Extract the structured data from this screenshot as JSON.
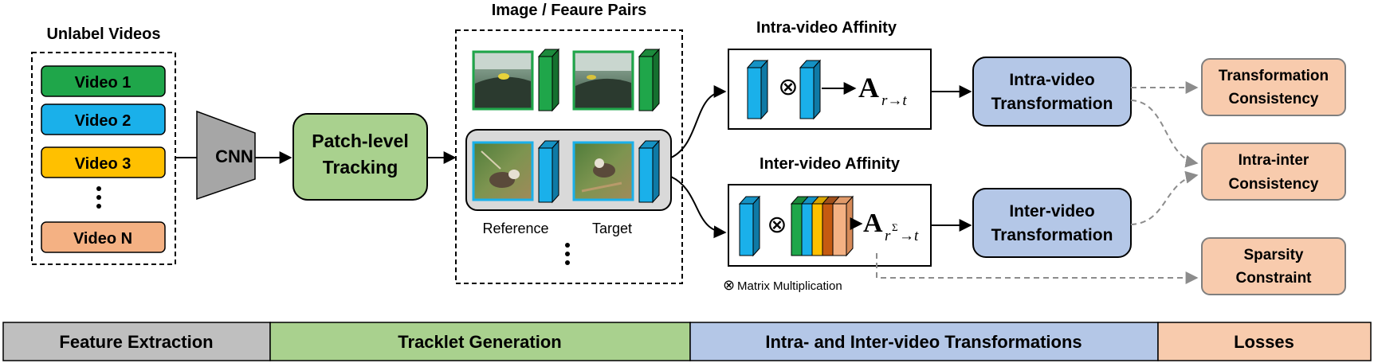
{
  "unlabel_videos": {
    "title": "Unlabel Videos",
    "videos": [
      {
        "label": "Video 1",
        "color": "#1fa64a"
      },
      {
        "label": "Video 2",
        "color": "#1ab0ea"
      },
      {
        "label": "Video 3",
        "color": "#ffc000"
      },
      {
        "label": "Video N",
        "color": "#f4b183"
      }
    ]
  },
  "cnn": {
    "label": "CNN",
    "color": "#a6a6a6"
  },
  "patch_tracking": {
    "line1": "Patch-level",
    "line2": "Tracking",
    "color": "#a9d18e"
  },
  "pairs": {
    "title": "Image / Feaure Pairs",
    "reference_label": "Reference",
    "target_label": "Target"
  },
  "intra_affinity": {
    "title": "Intra-video Affinity",
    "symbol": "A",
    "subscript": "r→t"
  },
  "inter_affinity": {
    "title": "Inter-video Affinity",
    "symbol": "A",
    "subscript_r": "r",
    "superscript": "Σ",
    "subscript_rest": "→t"
  },
  "multiply_symbol": "⊗",
  "legend_note": "Matrix Multiplication",
  "intra_transform": {
    "line1": "Intra-video",
    "line2": "Transformation",
    "color": "#b4c7e7"
  },
  "inter_transform": {
    "line1": "Inter-video",
    "line2": "Transformation",
    "color": "#b4c7e7"
  },
  "losses": [
    {
      "line1": "Transformation",
      "line2": "Consistency"
    },
    {
      "line1": "Intra-inter",
      "line2": "Consistency"
    },
    {
      "line1": "Sparsity",
      "line2": "Constraint"
    }
  ],
  "loss_color": "#f8cbad",
  "bottom_bar": [
    {
      "label": "Feature Extraction",
      "color": "#bfbfbf"
    },
    {
      "label": "Tracklet Generation",
      "color": "#a9d18e"
    },
    {
      "label": "Intra- and Inter-video Transformations",
      "color": "#b4c7e7"
    },
    {
      "label": "Losses",
      "color": "#f8cbad"
    }
  ]
}
